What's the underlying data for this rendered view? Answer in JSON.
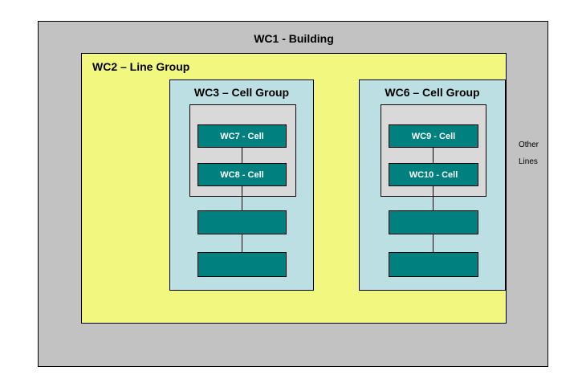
{
  "diagram": {
    "building": {
      "title": "WC1 - Building",
      "color": "#c2c2c2"
    },
    "line_group": {
      "title": "WC2 – Line Group",
      "color": "#f2f780"
    },
    "cell_groups": [
      {
        "title": "WC3 – Cell Group",
        "color": "#bcdfe3",
        "inner_container_color": "#d9d9d9",
        "cells": [
          {
            "label": "WC7 - Cell",
            "inside_inner_container": true
          },
          {
            "label": "WC8 - Cell",
            "inside_inner_container": true
          },
          {
            "label": "",
            "inside_inner_container": false
          },
          {
            "label": "",
            "inside_inner_container": false
          }
        ]
      },
      {
        "title": "WC6 – Cell Group",
        "color": "#bcdfe3",
        "inner_container_color": "#d9d9d9",
        "cells": [
          {
            "label": "WC9 - Cell",
            "inside_inner_container": true
          },
          {
            "label": "WC10 - Cell",
            "inside_inner_container": true
          },
          {
            "label": "",
            "inside_inner_container": false
          },
          {
            "label": "",
            "inside_inner_container": false
          }
        ]
      }
    ],
    "annotation": {
      "line1": "Other",
      "line2": "Lines"
    },
    "colors": {
      "cell_fill": "#00807f",
      "cell_text": "#ffffff",
      "border": "#000000",
      "page_background": "#ffffff"
    }
  }
}
